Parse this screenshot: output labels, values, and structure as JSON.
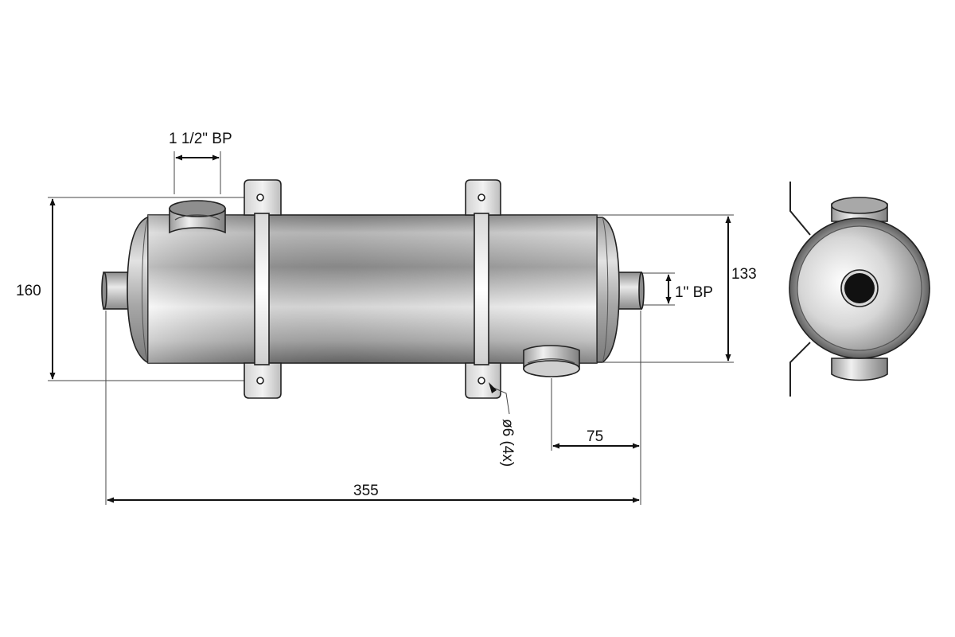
{
  "dimensions": {
    "overall_height": "160",
    "shell_height": "133",
    "overall_length": "355",
    "port_offset": "75",
    "side_connection": "1 1/2\" BP",
    "end_connection": "1\" BP",
    "mount_holes": "ø6 (4x)"
  },
  "colors": {
    "shell_light": "#eeeeee",
    "shell_dark": "#6a6a6a",
    "line": "#222222",
    "bore": "#111111",
    "background": "#ffffff"
  }
}
